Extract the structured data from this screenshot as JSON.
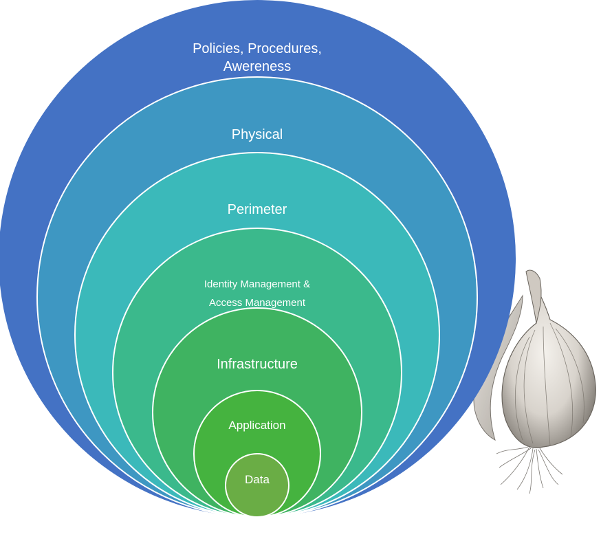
{
  "diagram": {
    "layers": [
      {
        "id": "policies",
        "lines": [
          "Policies, Procedures,",
          "Awereness"
        ],
        "color": "#4472C4"
      },
      {
        "id": "physical",
        "lines": [
          "Physical"
        ],
        "color": "#3E97C2"
      },
      {
        "id": "perimeter",
        "lines": [
          "Perimeter"
        ],
        "color": "#3BB9BA"
      },
      {
        "id": "identity",
        "lines": [
          "Identity Management &",
          "Access Management"
        ],
        "color": "#3BB98C"
      },
      {
        "id": "infrastructure",
        "lines": [
          "Infrastructure"
        ],
        "color": "#3FB361"
      },
      {
        "id": "application",
        "lines": [
          "Application"
        ],
        "color": "#45B33F"
      },
      {
        "id": "data",
        "lines": [
          "Data"
        ],
        "color": "#6AAD45"
      }
    ],
    "decoration": "onion-illustration"
  }
}
